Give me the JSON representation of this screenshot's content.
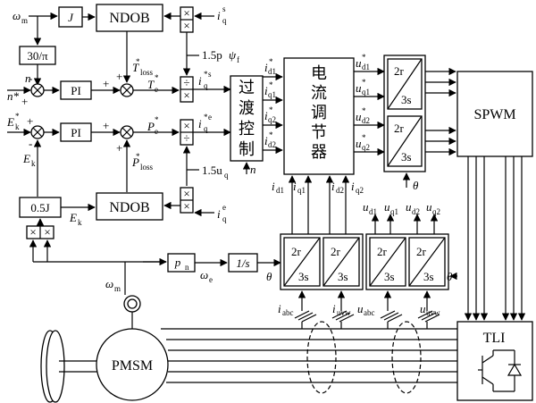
{
  "blocks": {
    "J": "J",
    "ndob": "NDOB",
    "ratio": "30/π",
    "pi": "PI",
    "half_j": "0.5J",
    "pn": "p",
    "pn_sub": "n",
    "integrator": "1/s",
    "transition": [
      "过",
      "渡",
      "控",
      "制"
    ],
    "current_reg": [
      "电",
      "流",
      "调",
      "节",
      "器"
    ],
    "transform_top": "2r",
    "transform_bottom": "3s",
    "spwm": "SPWM",
    "tli": "TLI",
    "pmsm": "PMSM"
  },
  "signals": {
    "omega": "ω",
    "m_sub": "m",
    "e_sub": "e",
    "n": "n",
    "n_star": "n*",
    "ek_star": "E",
    "ek": "E",
    "k_sub": "k",
    "iq": "i",
    "q_sub": "q",
    "s_sup": "s",
    "e_sup": "e",
    "te_star": "T",
    "pe_star": "P",
    "t_loss": "T",
    "p_loss": "P",
    "loss_sub": "loss",
    "star": "*",
    "gain_s": "1.5p",
    "psi": "ψ",
    "f_sub": "f",
    "gain_e": "1.5u",
    "theta": "θ",
    "i": "i",
    "u": "u",
    "d1": "d1",
    "q1": "q1",
    "d2": "d2",
    "q2": "q2",
    "abc": "abc",
    "uvw": "uvw"
  },
  "operators": {
    "plus": "+",
    "minus": "-",
    "mult": "×",
    "div": "÷"
  }
}
